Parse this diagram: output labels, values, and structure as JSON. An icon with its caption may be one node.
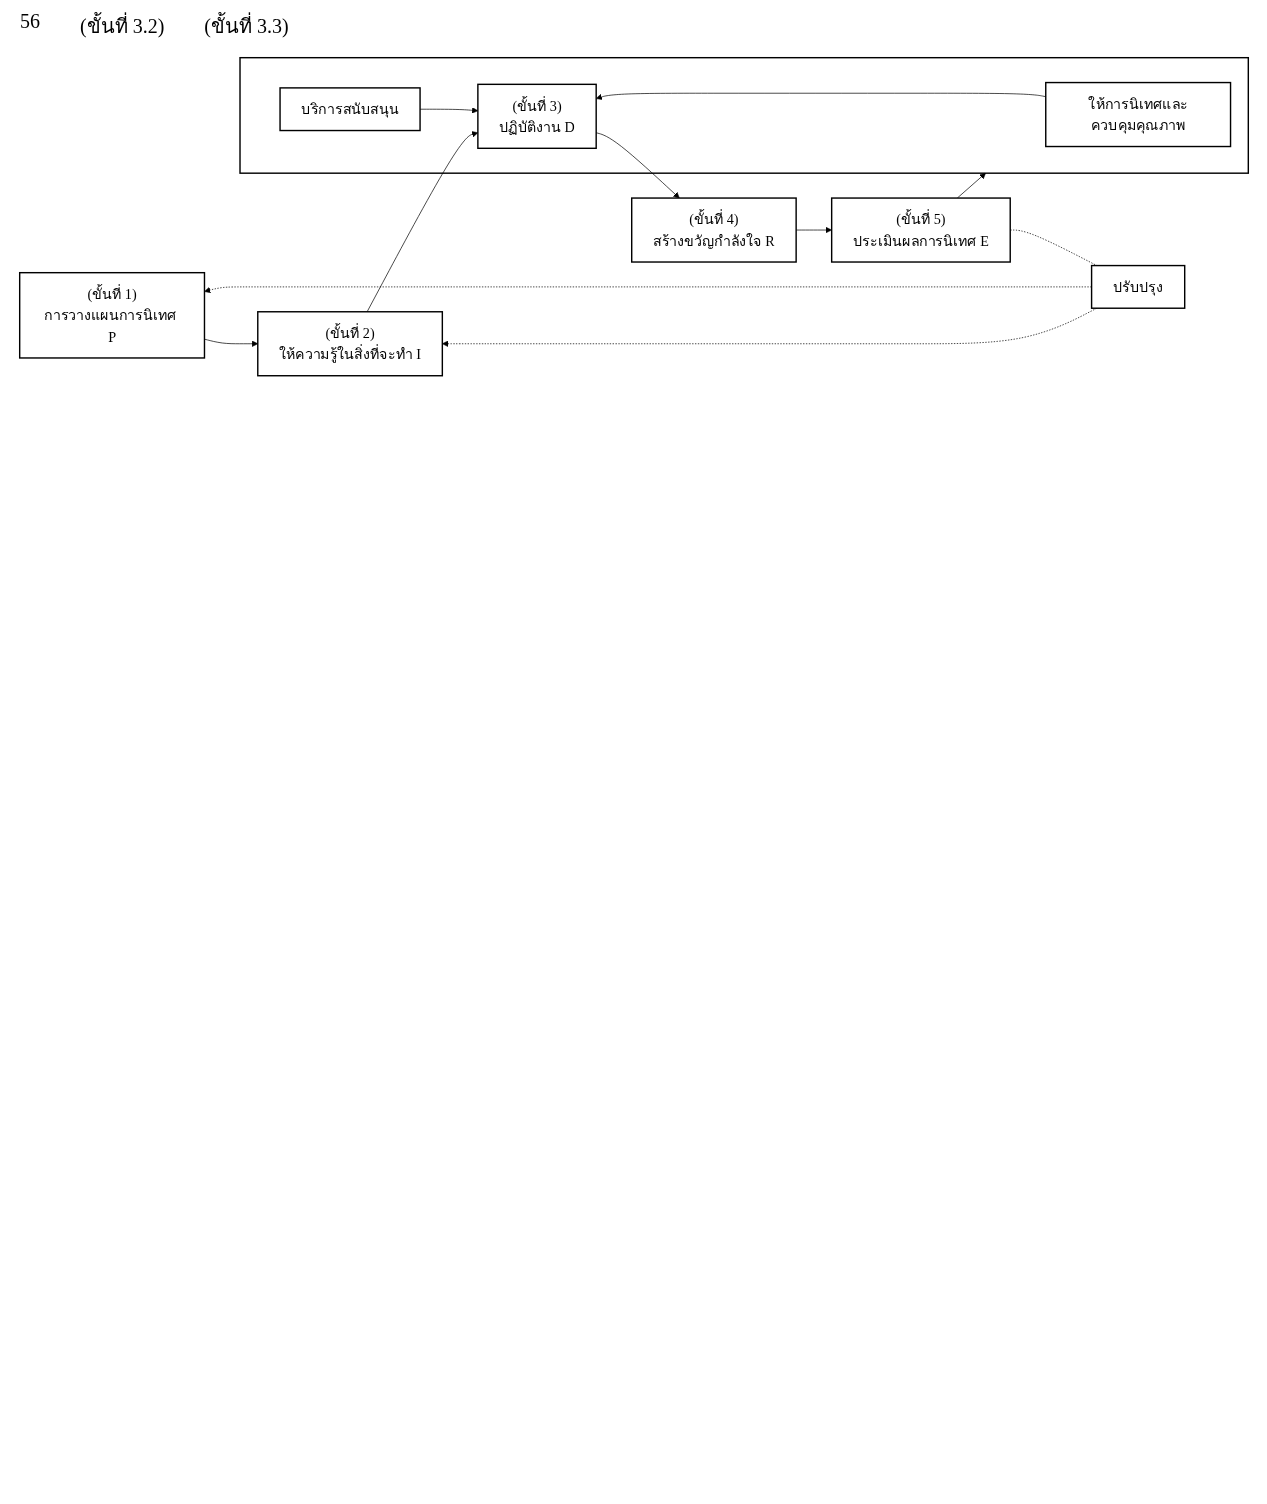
{
  "diagram": {
    "nodes": [
      {
        "text": [
          "(ขั้นที่ 1)",
          "การวางแผนการนิเทศ P"
        ]
      },
      {
        "text": [
          "(ขั้นที่ 2)",
          "ให้ความรู้ในสิ่งที่จะทำ I"
        ]
      },
      {
        "text": [],
        "shape": "box"
      },
      {
        "text": [
          "ให้การนิเทศและควบคุมคุณภาพ"
        ],
        "in": 2
      },
      {
        "text": [
          "(ขั้นที่ 3)",
          "ปฏิบัติงาน D"
        ],
        "in": 2
      },
      {
        "text": [
          "บริการสนับสนุน"
        ],
        "in": 2
      },
      {
        "text": [
          "(ขั้นที่ 4)",
          "สร้างขวัญกำลังใจ R"
        ]
      },
      {
        "text": [
          "(ขั้นที่ 5)",
          "ประเมินผลการนิเทศ E"
        ]
      },
      {
        "text": [
          "ปรับปรุง"
        ]
      }
    ],
    "edges": [
      {
        "from": 0,
        "to": 1,
        "arrow": "to"
      },
      {
        "from": 1,
        "to": 4,
        "arrow": "to"
      },
      {
        "from": 3,
        "to": 4,
        "arrow": "to"
      },
      {
        "from": 5,
        "to": 4,
        "arrow": "to"
      },
      {
        "from": 4,
        "to": 6,
        "arrow": "to"
      },
      {
        "from": 6,
        "to": 7,
        "arrow": "to"
      },
      {
        "from": 7,
        "to": 2,
        "arrow": "to"
      },
      {
        "from": 7,
        "to": 8,
        "arrow": "none",
        "style": "dashed"
      },
      {
        "from": 8,
        "to": 1,
        "arrow": "to",
        "style": "dashed"
      },
      {
        "from": 8,
        "to": 0,
        "arrow": "to",
        "style": "dashed"
      }
    ],
    "labels": [
      "56",
      "(ขั้นที่ 3.2)",
      "(ขั้นที่ 3.3)"
    ]
  }
}
